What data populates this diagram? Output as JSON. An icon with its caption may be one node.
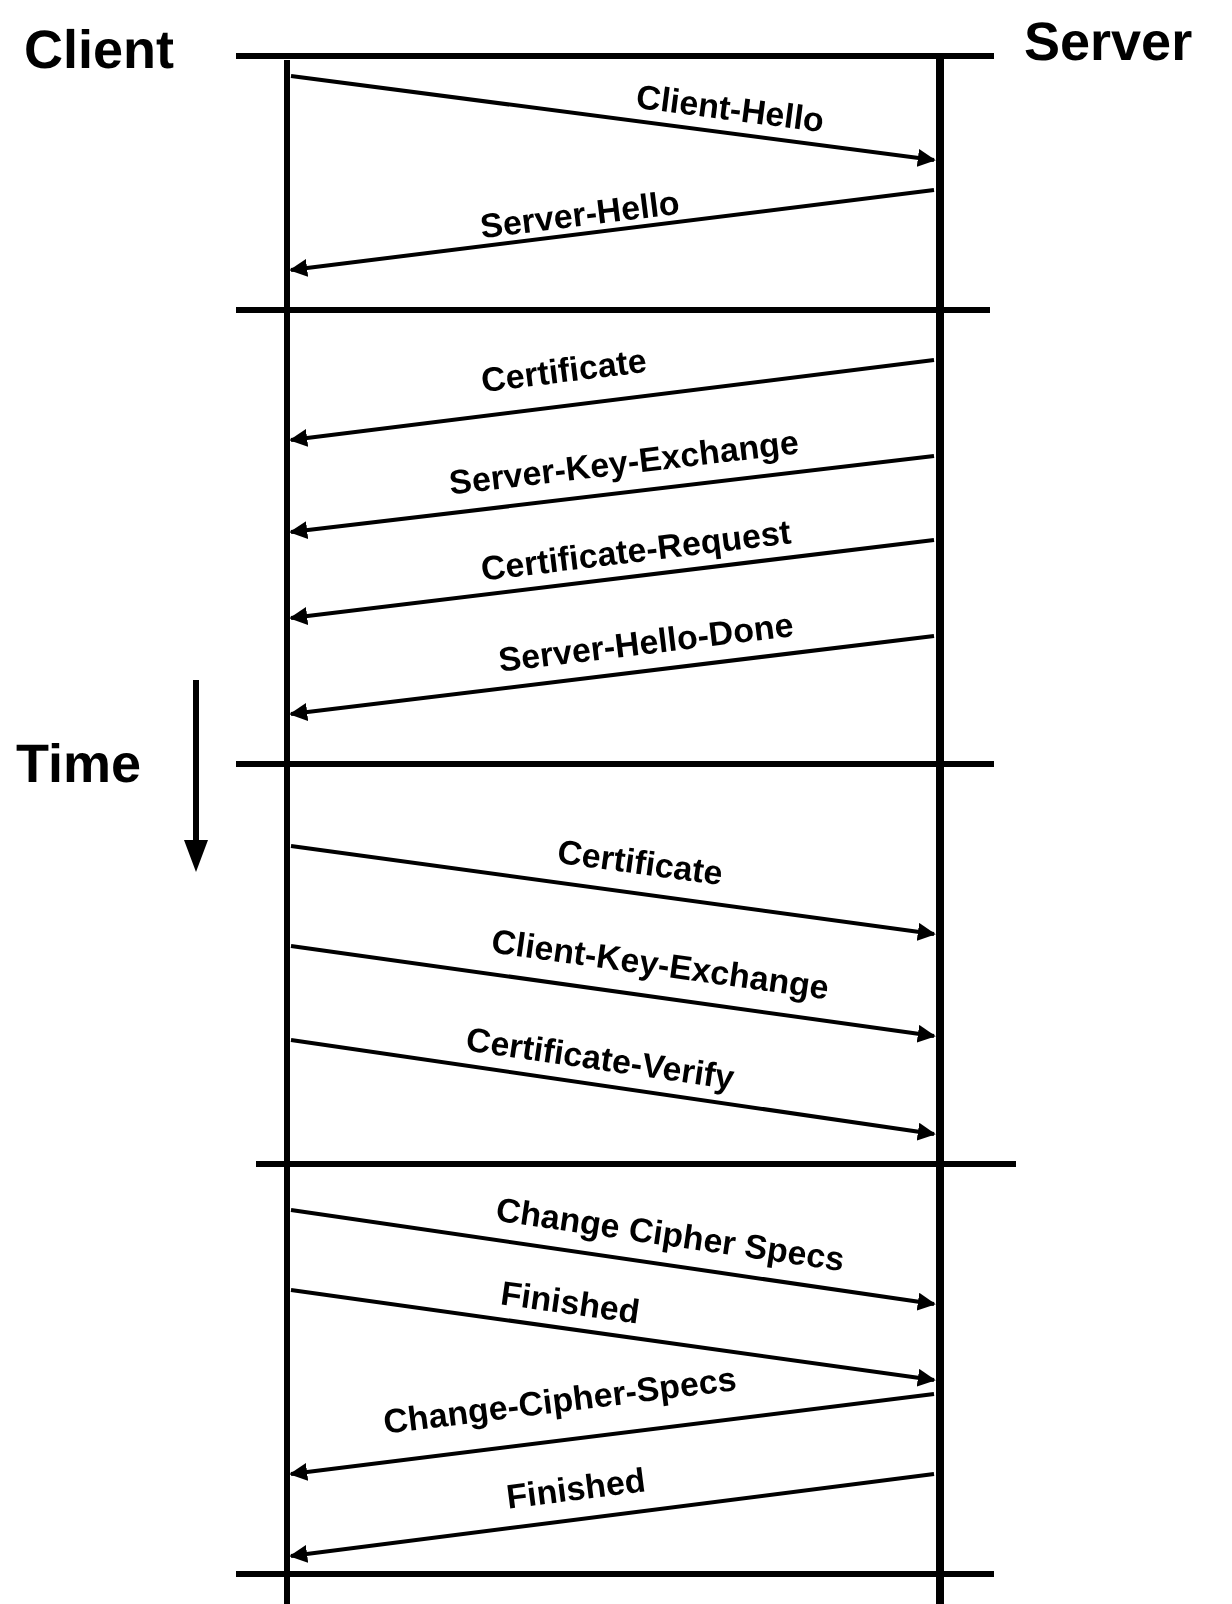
{
  "diagram": {
    "nodes": [
      {
        "text": [],
        "shape": "bar",
        "beside": [
          "Client"
        ]
      },
      {
        "text": [],
        "shape": "bar",
        "beside": [
          "Server"
        ]
      }
    ],
    "edges": [
      {
        "from": 0,
        "to": 1,
        "arrow": "to",
        "label": "Client-Hello"
      },
      {
        "from": 1,
        "to": 0,
        "arrow": "to",
        "label": "Server-Hello"
      },
      {
        "from": 1,
        "to": 0,
        "arrow": "to",
        "label": "Certificate"
      },
      {
        "from": 1,
        "to": 0,
        "arrow": "to",
        "label": "Server-Key-Exchange"
      },
      {
        "from": 1,
        "to": 0,
        "arrow": "to",
        "label": "Certificate-Request"
      },
      {
        "from": 1,
        "to": 0,
        "arrow": "to",
        "label": "Server-Hello-Done"
      },
      {
        "from": 0,
        "to": 1,
        "arrow": "to",
        "label": "Certificate"
      },
      {
        "from": 0,
        "to": 1,
        "arrow": "to",
        "label": "Client-Key-Exchange"
      },
      {
        "from": 0,
        "to": 1,
        "arrow": "to",
        "label": "Certificate-Verify"
      },
      {
        "from": 0,
        "to": 1,
        "arrow": "to",
        "label": "Change Cipher Specs"
      },
      {
        "from": 0,
        "to": 1,
        "arrow": "to",
        "label": "Finished"
      },
      {
        "from": 1,
        "to": 0,
        "arrow": "to",
        "label": "Change-Cipher-Specs"
      },
      {
        "from": 1,
        "to": 0,
        "arrow": "to",
        "label": "Finished"
      }
    ],
    "labels": [
      "Time"
    ]
  }
}
